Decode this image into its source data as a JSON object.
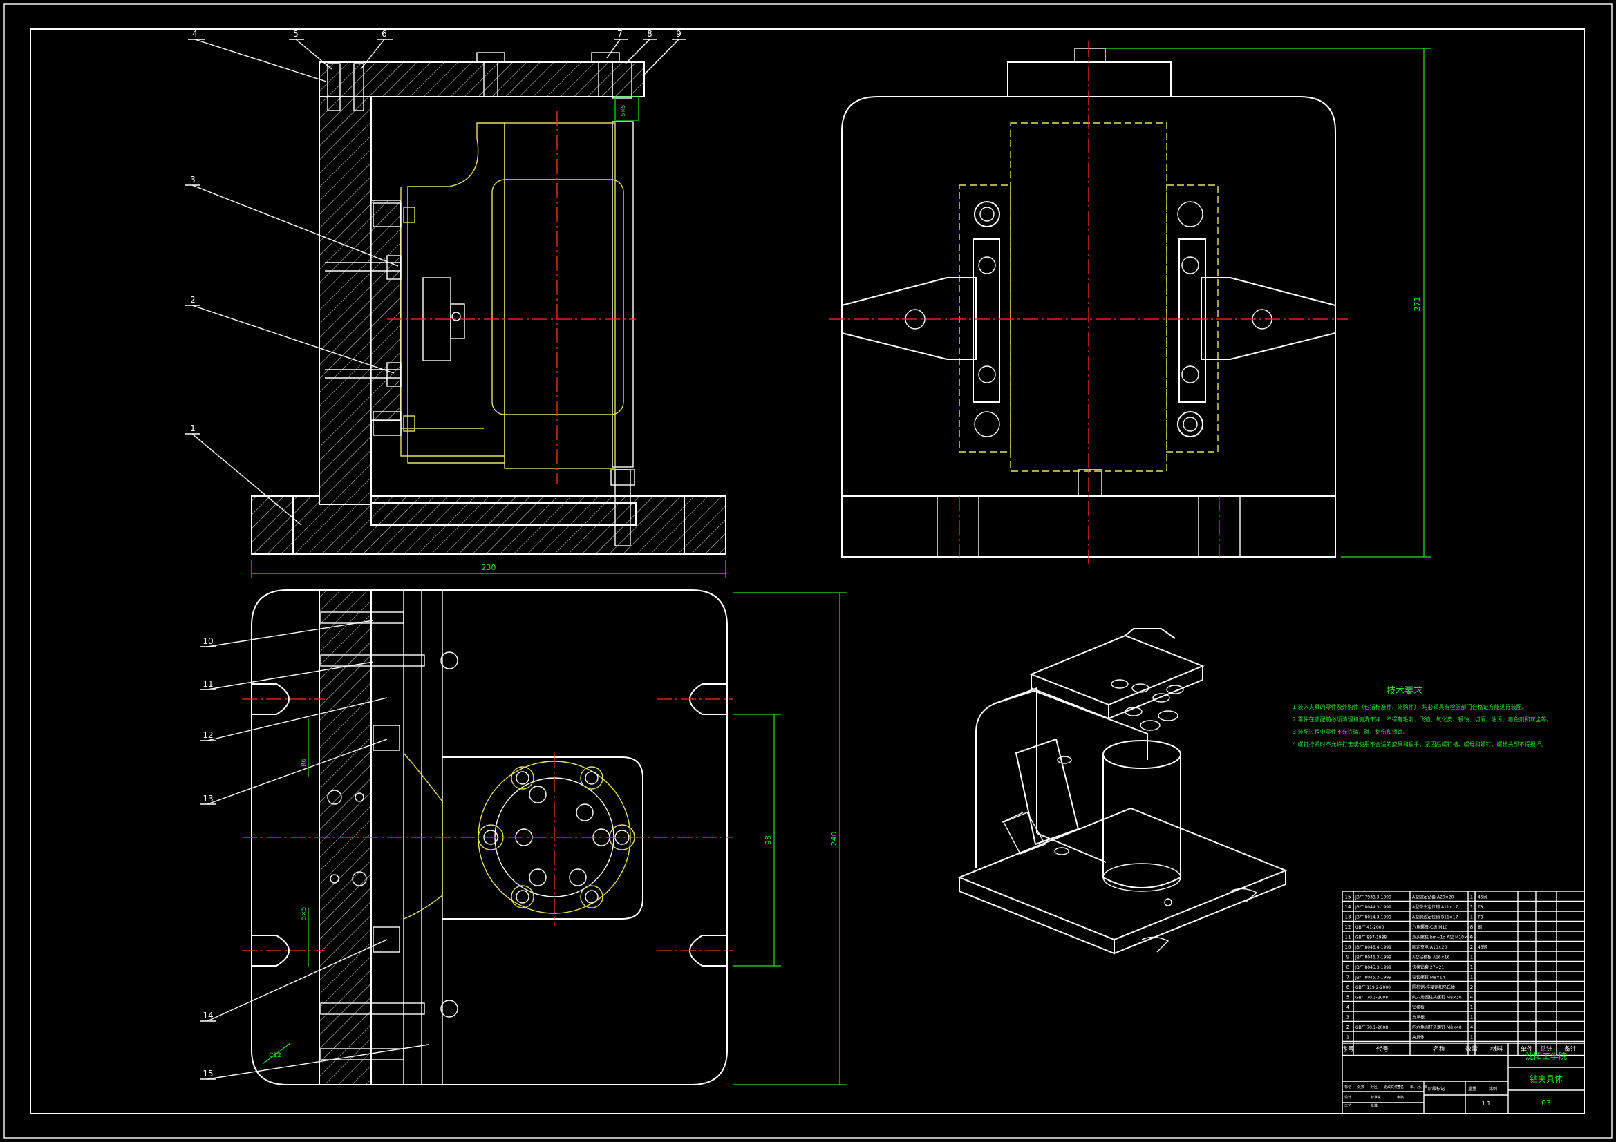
{
  "drawing": {
    "title": "",
    "colors": {
      "background": "#000000",
      "outline": "#ffffff",
      "hidden_lines": "#e8e060",
      "center_lines": "#ff2a2a",
      "dimensions_notes": "#28e028"
    },
    "balloons": [
      "1",
      "2",
      "3",
      "4",
      "5",
      "6",
      "7",
      "8",
      "9",
      "10",
      "11",
      "12",
      "13",
      "14",
      "15"
    ],
    "dimensions": {
      "front_width": "230",
      "side_height": "271",
      "plan_inner": "98",
      "plan_height": "240",
      "small_a": "R6",
      "small_b": "5×5",
      "small_c": "5×5",
      "small_d": "C12"
    }
  },
  "technical_requirements": {
    "heading": "技术要求",
    "lines": [
      "1.装入夹具的零件及外购件（包括标准件、外购件），均必须具有检验部门合格证方能进行装配。",
      "2.零件在装配前必须清理和清洗干净，不得有毛刺、飞边、氧化皮、锈蚀、切屑、油污、着色剂和灰尘等。",
      "3.装配过程中零件不允许磕、碰、划伤和锈蚀。",
      "4.螺钉拧紧时不允许打击或使用不合适的旋具和扳手，紧固后螺钉槽、螺母和螺钉、螺栓头部不得损坏。"
    ]
  },
  "title_block": {
    "school": "沈阳工学院",
    "drawing_name": "钻夹具体",
    "drawing_number": "03",
    "headers": [
      "序号",
      "代号",
      "名称",
      "数量",
      "材料",
      "单件",
      "总计",
      "备注"
    ],
    "weight_label": "重量",
    "scale": "1:1",
    "sign_rows": [
      "标记",
      "处数",
      "分区",
      "更改文件号",
      "签名",
      "年、月、日",
      "设计",
      "标准化",
      "审核",
      "工艺",
      "批准"
    ],
    "stage_labels": [
      "阶段标记",
      "重量",
      "比例"
    ]
  },
  "bom": [
    {
      "no": "15",
      "code": "JB/T 7938.3-1999",
      "name": "A型固定钻套 A20×20",
      "qty": "1",
      "material": "45钢",
      "note": ""
    },
    {
      "no": "14",
      "code": "JB/T 8044.3-1999",
      "name": "A型带头定位销 A11×17",
      "qty": "1",
      "material": "T8",
      "note": ""
    },
    {
      "no": "13",
      "code": "JB/T 8014.3-1999",
      "name": "A型削边定位销 B11×17",
      "qty": "1",
      "material": "T8",
      "note": ""
    },
    {
      "no": "12",
      "code": "GB/T 41-2000",
      "name": "六角螺母-C级 M10",
      "qty": "8",
      "material": "钢",
      "note": ""
    },
    {
      "no": "11",
      "code": "GB/T 897-1988",
      "name": "双头螺柱 bm=1d A型 M10×50",
      "qty": "4",
      "material": "",
      "note": ""
    },
    {
      "no": "10",
      "code": "JB/T 8046.4-1999",
      "name": "固定支承 A10×20",
      "qty": "2",
      "material": "45钢",
      "note": ""
    },
    {
      "no": "9",
      "code": "JB/T 8046.3-1999",
      "name": "A型钻模板 A16×16",
      "qty": "1",
      "material": "",
      "note": ""
    },
    {
      "no": "8",
      "code": "JB/T 8045.3-1999",
      "name": "快换钻套 27×21",
      "qty": "1",
      "material": "",
      "note": ""
    },
    {
      "no": "7",
      "code": "JB/T 8045.3-1999",
      "name": "钻套螺钉 M8×14",
      "qty": "1",
      "material": "",
      "note": ""
    },
    {
      "no": "6",
      "code": "GB/T 119.2-2000",
      "name": "圆柱销-淬硬钢和马氏体",
      "qty": "2",
      "material": "",
      "note": ""
    },
    {
      "no": "5",
      "code": "GB/T 70.1-2008",
      "name": "内六角圆柱头螺钉 M8×30",
      "qty": "4",
      "material": "",
      "note": ""
    },
    {
      "no": "4",
      "code": "",
      "name": "钻模板",
      "qty": "1",
      "material": "",
      "note": ""
    },
    {
      "no": "3",
      "code": "",
      "name": "支承板",
      "qty": "1",
      "material": "",
      "note": ""
    },
    {
      "no": "2",
      "code": "GB/T 70.1-2008",
      "name": "内六角圆柱头螺钉 M8×40",
      "qty": "4",
      "material": "",
      "note": ""
    },
    {
      "no": "1",
      "code": "",
      "name": "夹具体",
      "qty": "1",
      "material": "",
      "note": ""
    }
  ]
}
